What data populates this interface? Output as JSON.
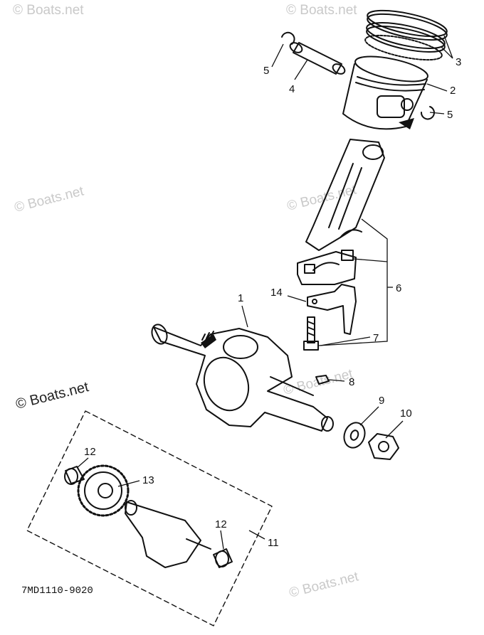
{
  "watermarks": [
    "© Boats.net",
    "© Boats.net",
    "© Boats.net",
    "© Boats.net",
    "© Boats.net",
    "© Boats.net",
    "© Boats.net"
  ],
  "callouts": {
    "crankshaft": "1",
    "piston": "2",
    "piston_rings": "3",
    "piston_pin": "4",
    "circlip_left": "5",
    "circlip_right": "5",
    "connecting_rod": "6",
    "rod_bolt": "7",
    "key": "8",
    "washer": "9",
    "nut": "10",
    "balancer_assy": "11",
    "bearing_top": "12",
    "bearing_bottom": "12",
    "balancer_gear": "13",
    "oil_scraper": "14"
  },
  "diagram_code": "7MD1110-9020"
}
